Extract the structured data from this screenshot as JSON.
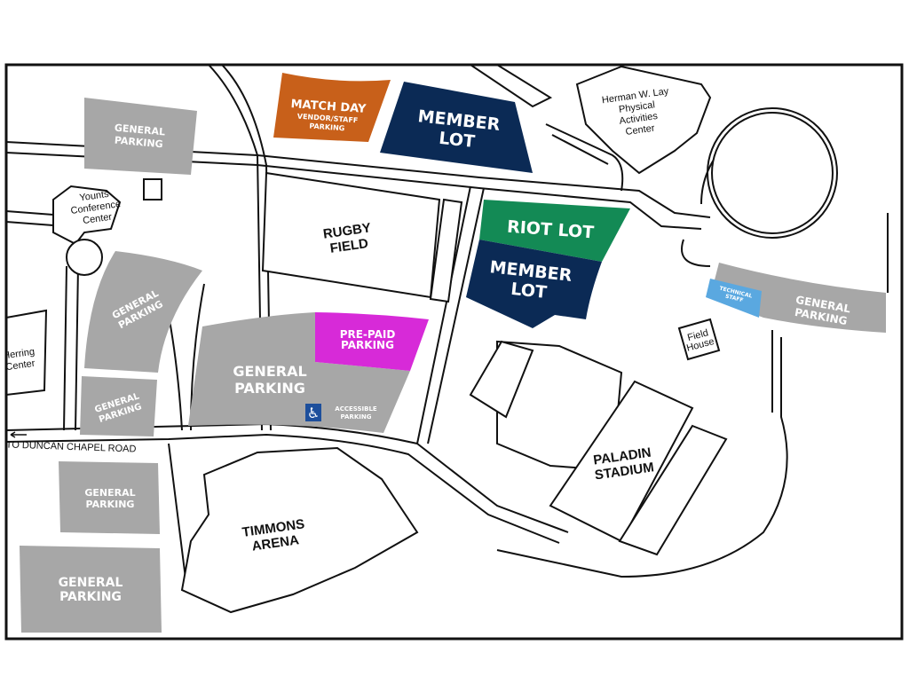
{
  "colors": {
    "general": "#A7A7A7",
    "member": "#0B2A55",
    "vendor": "#C8601A",
    "riot": "#138A55",
    "prepaid": "#D72AD8",
    "technical": "#5AA8E0",
    "accessible": "#1D4F9C"
  },
  "lots": {
    "vendor": {
      "line1": "MATCH DAY",
      "line2": "VENDOR/STAFF",
      "line3": "PARKING"
    },
    "member_north": {
      "line1": "MEMBER",
      "line2": "LOT"
    },
    "riot": {
      "label": "RIOT LOT"
    },
    "member_south": {
      "line1": "MEMBER",
      "line2": "LOT"
    },
    "prepaid": {
      "line1": "PRE-PAID",
      "line2": "PARKING"
    },
    "general_main": {
      "line1": "GENERAL",
      "line2": "PARKING"
    },
    "accessible": {
      "line1": "ACCESSIBLE",
      "line2": "PARKING",
      "icon": "wheelchair-icon"
    },
    "general_nw": {
      "line1": "GENERAL",
      "line2": "PARKING"
    },
    "general_curved": {
      "line1": "GENERAL",
      "line2": "PARKING"
    },
    "general_small": {
      "line1": "GENERAL",
      "line2": "PARKING"
    },
    "general_sw1": {
      "line1": "GENERAL",
      "line2": "PARKING"
    },
    "general_sw2": {
      "line1": "GENERAL",
      "line2": "PARKING"
    },
    "technical": {
      "line1": "TECHNICAL",
      "line2": "STAFF"
    },
    "general_east": {
      "line1": "GENERAL",
      "line2": "PARKING"
    }
  },
  "buildings": {
    "rugby": {
      "line1": "RUGBY",
      "line2": "FIELD"
    },
    "timmons": {
      "line1": "TIMMONS",
      "line2": "ARENA"
    },
    "paladin": {
      "line1": "PALADIN",
      "line2": "STADIUM"
    },
    "lay": {
      "line1": "Herman W. Lay",
      "line2": "Physical",
      "line3": "Activities",
      "line4": "Center"
    },
    "younts": {
      "line1": "Younts",
      "line2": "Conference",
      "line3": "Center"
    },
    "herring": {
      "line1": "Herring",
      "line2": "Center"
    },
    "fieldhouse": {
      "line1": "Field",
      "line2": "House"
    }
  },
  "road_label": "TO DUNCAN CHAPEL ROAD"
}
